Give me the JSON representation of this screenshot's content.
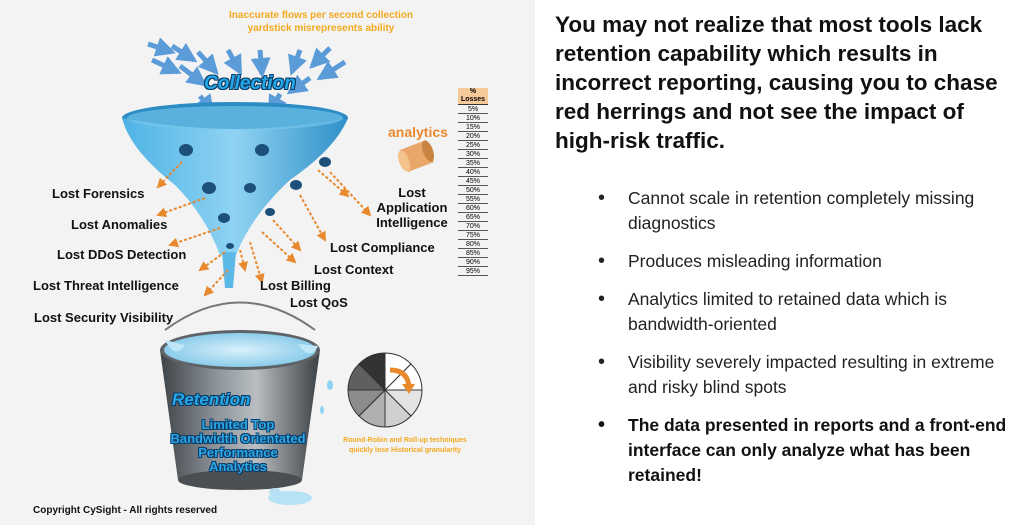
{
  "top_caption": [
    "Inaccurate flows per second collection",
    "yardstick misrepresents ability"
  ],
  "collection_label": "Collection",
  "analytics_label": "analytics",
  "loss_labels": {
    "forensics": "Lost Forensics",
    "anomalies": "Lost Anomalies",
    "ddos": "Lost DDoS Detection",
    "threat": "Lost Threat Intelligence",
    "security": "Lost Security Visibility",
    "application": [
      "Lost",
      "Application",
      "Intelligence"
    ],
    "compliance": "Lost Compliance",
    "context": "Lost Context",
    "billing": "Lost Billing",
    "qos": "Lost QoS"
  },
  "losses_table": {
    "header": [
      "%",
      "Losses"
    ],
    "rows": [
      "5%",
      "10%",
      "15%",
      "20%",
      "25%",
      "30%",
      "35%",
      "40%",
      "45%",
      "50%",
      "55%",
      "60%",
      "65%",
      "70%",
      "75%",
      "80%",
      "85%",
      "90%",
      "95%"
    ]
  },
  "retention_label": "Retention",
  "retention_sub": [
    "Limited Top",
    "Bandwidth Orientated",
    "Performance",
    "Analytics"
  ],
  "pie_caption": [
    "Round-Robin and Roll-up techniques",
    "quickly lose Historical granularity"
  ],
  "copyright": "Copyright CySight - All rights reserved",
  "headline": "You may not realize that most tools lack retention capability which results in incorrect reporting, causing you to chase red herrings and not see the impact of high-risk traffic.",
  "bullets": [
    "Cannot scale in retention completely missing diagnostics",
    "Produces misleading information",
    "Analytics limited to retained data which is bandwidth-oriented",
    "Visibility severely impacted resulting in extreme and risky blind spots",
    "The data presented in reports and a front-end interface can only analyze what has been retained!"
  ],
  "bullet_glyph": "•",
  "colors": {
    "accent_blue": "#2aa7e6",
    "arrow_orange": "#e8892e",
    "caption_yellow": "#f2a91e",
    "table_header": "#f6c99a"
  }
}
